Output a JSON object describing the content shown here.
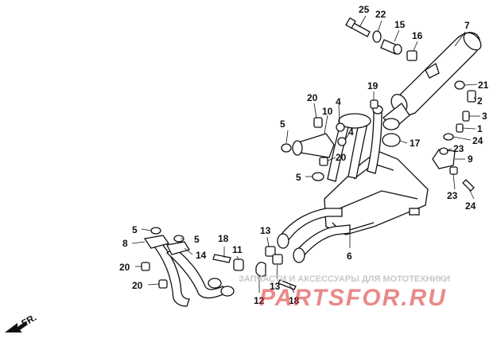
{
  "callouts": [
    {
      "id": "c25",
      "label": "25"
    },
    {
      "id": "c22",
      "label": "22"
    },
    {
      "id": "c15",
      "label": "15"
    },
    {
      "id": "c16",
      "label": "16"
    },
    {
      "id": "c7",
      "label": "7"
    },
    {
      "id": "c21",
      "label": "21"
    },
    {
      "id": "c2",
      "label": "2"
    },
    {
      "id": "c3",
      "label": "3"
    },
    {
      "id": "c1",
      "label": "1"
    },
    {
      "id": "c24a",
      "label": "24"
    },
    {
      "id": "c23a",
      "label": "23"
    },
    {
      "id": "c9",
      "label": "9"
    },
    {
      "id": "c23b",
      "label": "23"
    },
    {
      "id": "c24b",
      "label": "24"
    },
    {
      "id": "c19",
      "label": "19"
    },
    {
      "id": "c17",
      "label": "17"
    },
    {
      "id": "c20a",
      "label": "20"
    },
    {
      "id": "c10",
      "label": "10"
    },
    {
      "id": "c4a",
      "label": "4"
    },
    {
      "id": "c4b",
      "label": "4"
    },
    {
      "id": "c5a",
      "label": "5"
    },
    {
      "id": "c20b",
      "label": "20"
    },
    {
      "id": "c5b",
      "label": "5"
    },
    {
      "id": "c6",
      "label": "6"
    },
    {
      "id": "c13a",
      "label": "13"
    },
    {
      "id": "c13b",
      "label": "13"
    },
    {
      "id": "c12",
      "label": "12"
    },
    {
      "id": "c18a",
      "label": "18"
    },
    {
      "id": "c18b",
      "label": "18"
    },
    {
      "id": "c11",
      "label": "11"
    },
    {
      "id": "c14",
      "label": "14"
    },
    {
      "id": "c5c",
      "label": "5"
    },
    {
      "id": "c5d",
      "label": "5"
    },
    {
      "id": "c8",
      "label": "8"
    },
    {
      "id": "c20c",
      "label": "20"
    },
    {
      "id": "c20d",
      "label": "20"
    }
  ],
  "watermark": {
    "line1": "ЗАПЧАСТИ И АКСЕССУАРЫ ДЛЯ МОТОТЕХНИКИ",
    "logo_text": "PARTSFOR.RU"
  },
  "direction_arrow": {
    "label": "FR."
  },
  "colors": {
    "ink": "#111111",
    "watermark_text": "#c8c8c8",
    "watermark_logo": "#d9292a"
  }
}
